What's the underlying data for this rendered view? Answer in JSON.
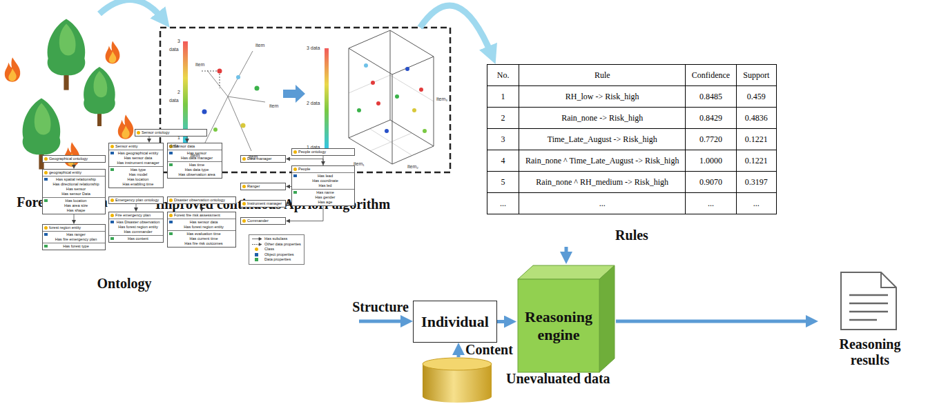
{
  "diagram": {
    "nodes": [
      {
        "text": [
          "Forest fire data"
        ]
      },
      {
        "text": [
          "Improved continuous Apriori algorithm"
        ]
      },
      {
        "text": [
          "Rules"
        ]
      },
      {
        "text": [
          "Ontology"
        ]
      },
      {
        "text": [
          "Individual"
        ]
      },
      {
        "text": [
          "Unevaluated data"
        ]
      },
      {
        "text": [
          "Reasoning engine"
        ]
      },
      {
        "text": [
          "Reasoning results"
        ]
      },
      {
        "text": [
          "Sensor ontology"
        ],
        "in": 3
      },
      {
        "text": [
          "Geographical ontology"
        ],
        "in": 3
      },
      {
        "text": [
          "geographical entity",
          "Has spatial relationship",
          "Has directional relationship",
          "Has sensor",
          "Has sensor Data",
          "Has location",
          "Has area size",
          "Has shape"
        ],
        "in": 3
      },
      {
        "text": [
          "forest region entity",
          "Has ranger",
          "Has fire emergency plan",
          "Has forest type"
        ],
        "in": 3
      },
      {
        "text": [
          "Sensor entity",
          "Has geographical entity",
          "Has sensor data",
          "Has instrument manager",
          "Has type",
          "Has model",
          "Has location",
          "Has enabling time"
        ],
        "in": 3
      },
      {
        "text": [
          "Sensor data",
          "Has sensor",
          "Has data manager",
          "Has time",
          "Has data type",
          "Has observation area"
        ],
        "in": 3
      },
      {
        "text": [
          "Emergency plan ontology"
        ],
        "in": 3
      },
      {
        "text": [
          "Fire emergency plan",
          "Has Disaster observation",
          "Has forest region entity",
          "Has commander",
          "Has content"
        ],
        "in": 3
      },
      {
        "text": [
          "Disaster observation ontology"
        ],
        "in": 3
      },
      {
        "text": [
          "Forest fire risk assessment",
          "Has sensor data",
          "Has forest region entity",
          "Has evaluation time",
          "Has current time",
          "Has fire risk outcomes"
        ],
        "in": 3
      },
      {
        "text": [
          "Data manager"
        ],
        "in": 3
      },
      {
        "text": [
          "Ranger"
        ],
        "in": 3
      },
      {
        "text": [
          "Instrument manager"
        ],
        "in": 3
      },
      {
        "text": [
          "Commander"
        ],
        "in": 3
      },
      {
        "text": [
          "People ontology"
        ],
        "in": 3
      },
      {
        "text": [
          "People",
          "Has lead",
          "Has coordinate",
          "Has led",
          "Has name",
          "Has gender",
          "Has age"
        ],
        "in": 3
      }
    ],
    "edges": [
      {
        "from": 0,
        "to": 1,
        "arrow": "to"
      },
      {
        "from": 1,
        "to": 2,
        "arrow": "to"
      },
      {
        "from": 2,
        "to": 6,
        "arrow": "to"
      },
      {
        "from": 3,
        "to": 4,
        "arrow": "to",
        "label": "Structure"
      },
      {
        "from": 5,
        "to": 4,
        "arrow": "to",
        "label": "Content"
      },
      {
        "from": 4,
        "to": 6,
        "arrow": "to"
      },
      {
        "from": 6,
        "to": 7,
        "arrow": "to"
      },
      {
        "from": 8,
        "to": 12,
        "arrow": "to"
      },
      {
        "from": 8,
        "to": 13,
        "arrow": "to"
      },
      {
        "from": 9,
        "to": 10,
        "arrow": "to"
      },
      {
        "from": 10,
        "to": 11,
        "arrow": "to"
      },
      {
        "from": 14,
        "to": 15,
        "arrow": "to"
      },
      {
        "from": 16,
        "to": 17,
        "arrow": "to"
      },
      {
        "from": 22,
        "to": 23,
        "arrow": "to"
      },
      {
        "from": 23,
        "to": 18,
        "arrow": "to"
      },
      {
        "from": 23,
        "to": 19,
        "arrow": "to"
      },
      {
        "from": 23,
        "to": 20,
        "arrow": "to"
      },
      {
        "from": 23,
        "to": 21,
        "arrow": "to"
      }
    ],
    "labels": [
      "3",
      "data",
      "2",
      "data",
      "1",
      "data",
      "item",
      "item",
      "item",
      "item",
      "item",
      "3 data",
      "2 data",
      "1 data",
      "item₁",
      "item₂",
      "item₃",
      "No.",
      "Rule",
      "Confidence",
      "Support",
      "1",
      "RH_low -> Risk_high",
      "0.8485",
      "0.459",
      "2",
      "Rain_none -> Risk_high",
      "0.8429",
      "0.4836",
      "3",
      "Time_Late_August -> Risk_high",
      "0.7720",
      "0.1221",
      "4",
      "Rain_none ^ Time_Late_August -> Risk_high",
      "1.0000",
      "0.1221",
      "5",
      "Rain_none ^ RH_medium -> Risk_high",
      "0.9070",
      "0.3197",
      "...",
      "...",
      "...",
      "..."
    ],
    "legend": [
      {
        "text": "Has subclass"
      },
      {
        "text": "Other data properties"
      },
      {
        "text": "Class",
        "color": "#f0b400"
      },
      {
        "text": "Object properties",
        "color": "#1f5fa8"
      },
      {
        "text": "Data properties",
        "color": "#3aa655"
      }
    ]
  }
}
